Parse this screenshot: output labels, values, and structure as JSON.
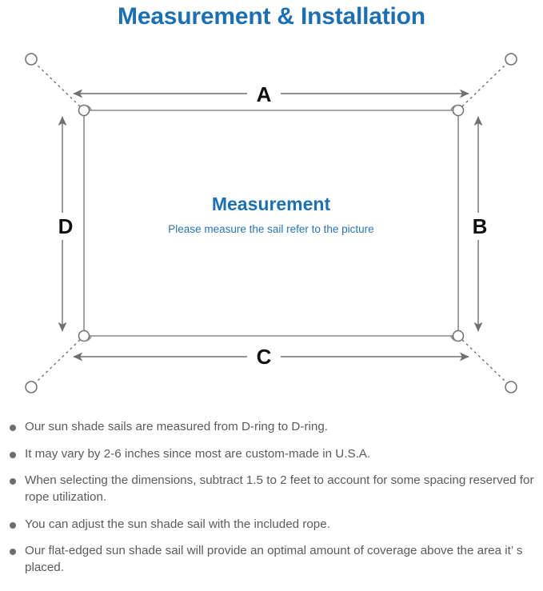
{
  "page": {
    "title": "Measurement & Installation",
    "title_color": "#1b6fb2",
    "background": "#ffffff"
  },
  "diagram": {
    "name": "sun-shade-sail-measurement-diagram",
    "sail_caption": {
      "heading": "Measurement",
      "subtext": "Please measure the sail refer to the picture"
    },
    "dimension_labels": {
      "top": "A",
      "right": "B",
      "bottom": "C",
      "left": "D"
    },
    "line_color": "#6f6f6f",
    "d_ring_count": 4,
    "anchor_point_count": 4
  },
  "notes": [
    "Our sun shade sails are measured from D-ring to D-ring.",
    "It may vary by 2-6 inches since most are custom-made in U.S.A.",
    "When selecting the dimensions, subtract 1.5 to 2 feet to account for some spacing reserved for rope utilization.",
    "You can adjust the sun shade sail with the included rope.",
    "Our flat-edged sun shade sail will provide an optimal amount of coverage above the area it’ s placed."
  ]
}
